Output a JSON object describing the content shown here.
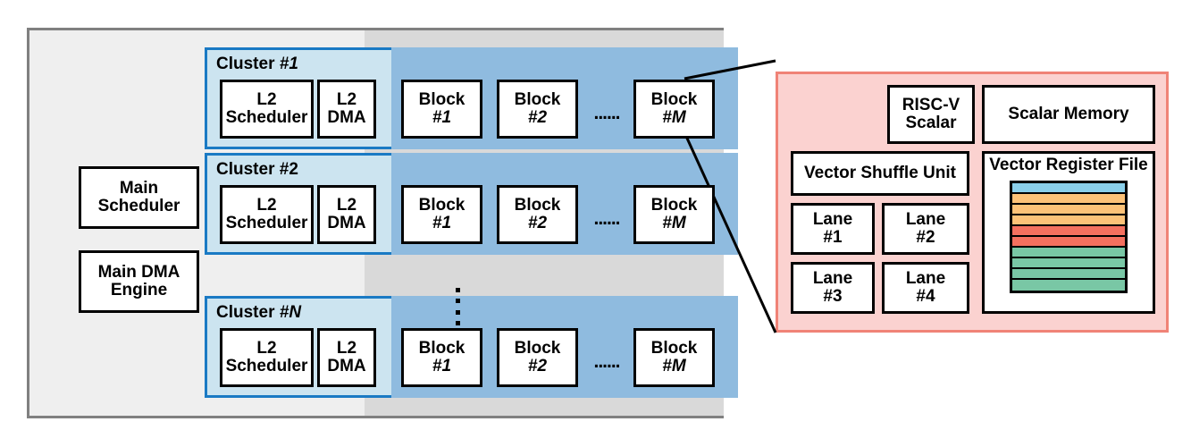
{
  "diagram": {
    "title": "Accelerator hierarchy block diagram",
    "colors": {
      "chip_background": "#efefef",
      "chip_dark_band": "#d9d9d9",
      "chip_border": "#808080",
      "cluster_background": "#cce4f0",
      "cluster_block_area": "#8fbbdf",
      "cluster_border": "#1a7ac4",
      "detail_background": "#fbd2d0",
      "detail_border": "#f08377",
      "box_fill": "#ffffff",
      "box_border": "#000000"
    }
  },
  "chip": {
    "main_boxes": [
      {
        "id": "main-scheduler",
        "line1": "Main",
        "line2": "Scheduler"
      },
      {
        "id": "main-dma",
        "line1": "Main DMA",
        "line2": "Engine"
      }
    ],
    "clusters": [
      {
        "label_prefix": "Cluster ",
        "label_index": "#1",
        "l2_scheduler": {
          "line1": "L2",
          "line2": "Scheduler"
        },
        "l2_dma": {
          "line1": "L2",
          "line2": "DMA"
        },
        "blocks": [
          {
            "line1": "Block",
            "line2": "#1"
          },
          {
            "line1": "Block",
            "line2": "#2"
          },
          {
            "line1": "Block",
            "line2": "#M"
          }
        ],
        "ellipsis": "......"
      },
      {
        "label_prefix": "Cluster ",
        "label_index": "#2",
        "l2_scheduler": {
          "line1": "L2",
          "line2": "Scheduler"
        },
        "l2_dma": {
          "line1": "L2",
          "line2": "DMA"
        },
        "blocks": [
          {
            "line1": "Block",
            "line2": "#1"
          },
          {
            "line1": "Block",
            "line2": "#2"
          },
          {
            "line1": "Block",
            "line2": "#M"
          }
        ],
        "ellipsis": "......"
      },
      {
        "label_prefix": "Cluster ",
        "label_index": "#N",
        "l2_scheduler": {
          "line1": "L2",
          "line2": "Scheduler"
        },
        "l2_dma": {
          "line1": "L2",
          "line2": "DMA"
        },
        "blocks": [
          {
            "line1": "Block",
            "line2": "#1"
          },
          {
            "line1": "Block",
            "line2": "#2"
          },
          {
            "line1": "Block",
            "line2": "#M"
          }
        ],
        "ellipsis": "......"
      }
    ],
    "vertical_ellipsis_dots": 4
  },
  "detail": {
    "risc_v": {
      "line1": "RISC-V",
      "line2": "Scalar"
    },
    "scalar_memory": {
      "line1": "Scalar Memory"
    },
    "vector_shuffle_unit": {
      "line1": "Vector Shuffle Unit"
    },
    "lanes": [
      {
        "line1": "Lane",
        "line2": "#1"
      },
      {
        "line1": "Lane",
        "line2": "#2"
      },
      {
        "line1": "Lane",
        "line2": "#3"
      },
      {
        "line1": "Lane",
        "line2": "#4"
      }
    ],
    "vector_register_file": {
      "title": "Vector Register File",
      "stripes": [
        {
          "color": "#8acfea"
        },
        {
          "color": "#fcc278"
        },
        {
          "color": "#fcc278"
        },
        {
          "color": "#fcc278"
        },
        {
          "color": "#f4705f"
        },
        {
          "color": "#f4705f"
        },
        {
          "color": "#79c7a5"
        },
        {
          "color": "#79c7a5"
        },
        {
          "color": "#79c7a5"
        },
        {
          "color": "#79c7a5"
        }
      ]
    }
  }
}
